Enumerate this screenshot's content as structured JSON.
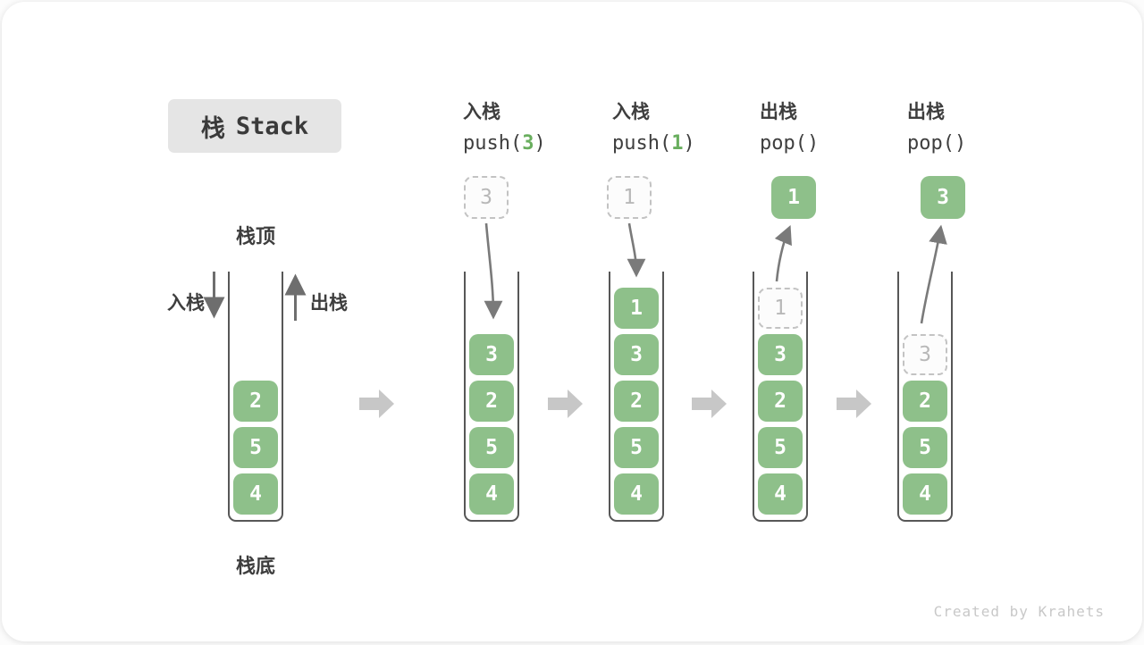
{
  "title": {
    "zh": "栈",
    "en": "Stack"
  },
  "annotations": {
    "stack_top": "栈顶",
    "stack_bottom": "栈底",
    "push": "入栈",
    "pop": "出栈"
  },
  "operations": [
    {
      "label": "入栈",
      "code_pre": "push(",
      "code_arg": "3",
      "code_post": ")"
    },
    {
      "label": "入栈",
      "code_pre": "push(",
      "code_arg": "1",
      "code_post": ")"
    },
    {
      "label": "出栈",
      "code_pre": "pop(",
      "code_arg": "",
      "code_post": ")"
    },
    {
      "label": "出栈",
      "code_pre": "pop(",
      "code_arg": "",
      "code_post": ")"
    }
  ],
  "float_boxes": [
    {
      "value": "3",
      "variant": "ghost"
    },
    {
      "value": "1",
      "variant": "ghost"
    },
    {
      "value": "1",
      "variant": "solid"
    },
    {
      "value": "3",
      "variant": "solid"
    }
  ],
  "stacks": [
    {
      "items": [
        {
          "value": "2"
        },
        {
          "value": "5"
        },
        {
          "value": "4"
        }
      ]
    },
    {
      "items": [
        {
          "value": "3"
        },
        {
          "value": "2"
        },
        {
          "value": "5"
        },
        {
          "value": "4"
        }
      ]
    },
    {
      "items": [
        {
          "value": "1"
        },
        {
          "value": "3"
        },
        {
          "value": "2"
        },
        {
          "value": "5"
        },
        {
          "value": "4"
        }
      ]
    },
    {
      "items": [
        {
          "value": "1",
          "ghost": true
        },
        {
          "value": "3"
        },
        {
          "value": "2"
        },
        {
          "value": "5"
        },
        {
          "value": "4"
        }
      ]
    },
    {
      "items": [
        {
          "value": "3",
          "ghost": true
        },
        {
          "value": "2"
        },
        {
          "value": "5"
        },
        {
          "value": "4"
        }
      ]
    }
  ],
  "watermark": "Created by Krahets",
  "colors": {
    "element_green": "#8EC08A",
    "code_accent_green": "#69AE5E",
    "title_bg": "#E5E5E5",
    "arrow_gray": "#7A7A7A",
    "block_arrow_gray": "#C7C7C7",
    "container_line": "#575757",
    "ghost_border": "#C3C3C3",
    "text_dark": "#3E3E3E",
    "watermark_gray": "#C8C8C8"
  }
}
